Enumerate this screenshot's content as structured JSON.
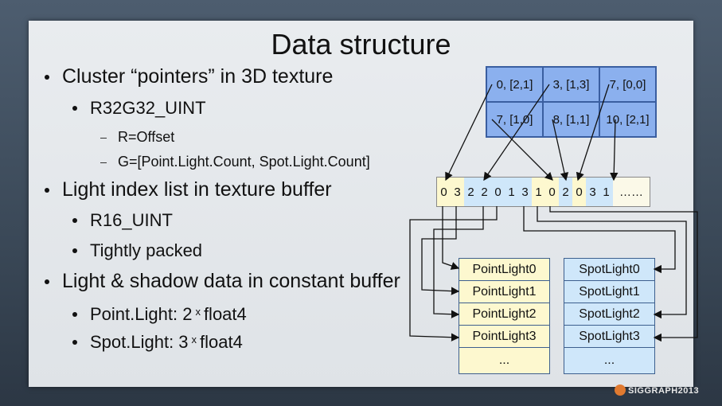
{
  "slide": {
    "title": "Data structure",
    "bullets": {
      "b1": "Cluster “pointers” in 3D texture",
      "b1a": "R32G32_UINT",
      "b1a1": "R=Offset",
      "b1a2": "G=[Point.Light.Count, Spot.Light.Count]",
      "b2": "Light index list in texture buffer",
      "b2a": "R16_UINT",
      "b2b": "Tightly packed",
      "b3": "Light & shadow data in constant buffer",
      "b3a_pre": "Point.Light: 2",
      "b3a_x": "x",
      "b3a_post": "float4",
      "b3b_pre": "Spot.Light: 3",
      "b3b_x": "x",
      "b3b_post": "float4"
    }
  },
  "cluster_grid": {
    "cells": [
      "0, [2,1]",
      "3, [1,3]",
      "7, [0,0]",
      "7, [1,0]",
      "8, [1,1]",
      "10, [2,1]"
    ]
  },
  "index_list": {
    "values": [
      "0",
      "3",
      "2",
      "2",
      "0",
      "1",
      "3",
      "1",
      "0",
      "2",
      "0",
      "3",
      "1"
    ],
    "tail": "……"
  },
  "point_lights": [
    "PointLight0",
    "PointLight1",
    "PointLight2",
    "PointLight3",
    "..."
  ],
  "spot_lights": [
    "SpotLight0",
    "SpotLight1",
    "SpotLight2",
    "SpotLight3",
    "..."
  ],
  "logo": "SIGGRAPH2013"
}
